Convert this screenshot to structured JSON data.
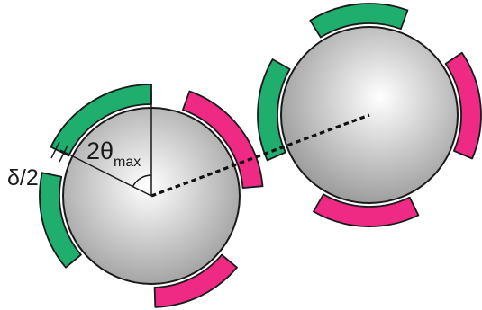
{
  "labels": {
    "patch_offset": "δ/2",
    "angle_main": "2θ",
    "angle_sub": "max"
  },
  "colors": {
    "attractive_patch": "#1fae6e",
    "repulsive_patch": "#ef2a84",
    "outline": "#1a1a1a",
    "sphere_center": "#ffffff",
    "sphere_edge": "#9b9b9b"
  }
}
